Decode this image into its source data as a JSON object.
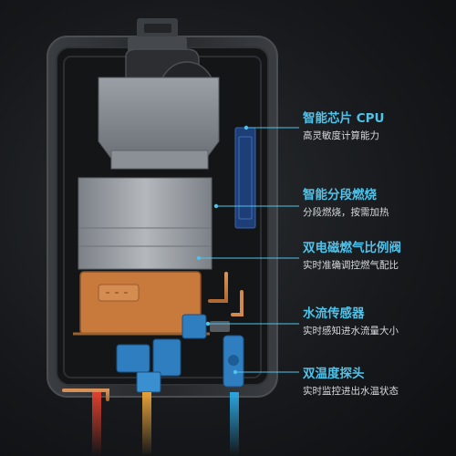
{
  "features": [
    {
      "title": "智能芯片 CPU",
      "desc": "高灵敏度计算能力"
    },
    {
      "title": "智能分段燃烧",
      "desc": "分段燃烧，按需加热"
    },
    {
      "title": "双电磁燃气比例阀",
      "desc": "实时准确调控燃气配比"
    },
    {
      "title": "水流传感器",
      "desc": "实时感知进水流量大小"
    },
    {
      "title": "双温度探头",
      "desc": "实时监控进出水温状态"
    }
  ],
  "colors": {
    "accent": "#4fc3ea",
    "description": "#d7dadd",
    "background": "#16181b",
    "copper_pipe": "#c98a4c",
    "valve_blue": "#2f7fc0",
    "hot_water_red": "#e0402c",
    "gas_orange": "#e7a23a",
    "cold_water_blue": "#2aa6e0"
  }
}
